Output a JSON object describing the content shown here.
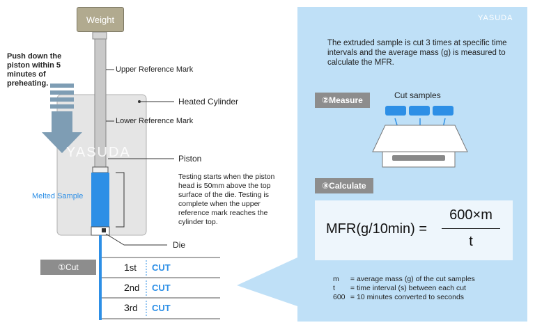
{
  "weight_label": "Weight",
  "push_text": "Push down the piston within 5 minutes of preheating.",
  "labels": {
    "upper_reference": "Upper Reference Mark",
    "heated_cylinder": "Heated Cylinder",
    "lower_reference": "Lower Reference Mark",
    "piston": "Piston",
    "melted_sample": "Melted Sample",
    "die": "Die"
  },
  "testing_text": "Testing starts when the piston head is 50mm above the top surface of the die. Testing is complete when the upper reference mark reaches the cylinder top.",
  "watermark": "YASUDA",
  "logo": "YASUDA",
  "cut": {
    "badge": "①Cut",
    "rows": [
      {
        "ord": "1",
        "suffix": "st",
        "word": "CUT"
      },
      {
        "ord": "2",
        "suffix": "nd",
        "word": "CUT"
      },
      {
        "ord": "3",
        "suffix": "rd",
        "word": "CUT"
      }
    ]
  },
  "panel_text": "The extruded sample is cut 3 times at specific time intervals and the average mass (g) is measured to calculate the MFR.",
  "measure": {
    "badge": "②Measure",
    "cut_samples": "Cut samples"
  },
  "calculate": {
    "badge": "③Calculate"
  },
  "formula": {
    "lhs": "MFR(g/10min) =",
    "numerator": "600×m",
    "denominator": "t"
  },
  "definitions": [
    {
      "k": "m",
      "v": "= average mass (g) of the cut samples"
    },
    {
      "k": "t",
      "v": "= time interval (s) between each cut"
    },
    {
      "k": "600",
      "v": "= 10 minutes converted to seconds"
    }
  ],
  "colors": {
    "blue": "#2d8fe6",
    "panel": "#bfe0f7",
    "badge": "#8d8d8d",
    "weight": "#b1aa8f"
  }
}
